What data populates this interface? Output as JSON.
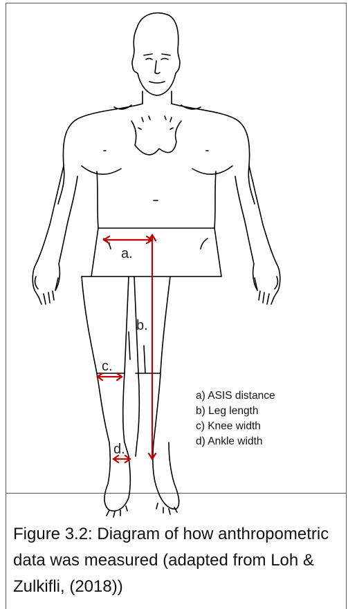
{
  "measure_labels": {
    "a": "a.",
    "b": "b.",
    "c": "c.",
    "d": "d."
  },
  "legend": [
    "a) ASIS distance",
    "b) Leg length",
    "c) Knee width",
    "d) Ankle width"
  ],
  "caption": "Figure 3.2: Diagram of how anthropometric data was measured (adapted from Loh & Zulkifli, (2018))",
  "colors": {
    "measure": "#c00000",
    "outline": "#000000"
  }
}
